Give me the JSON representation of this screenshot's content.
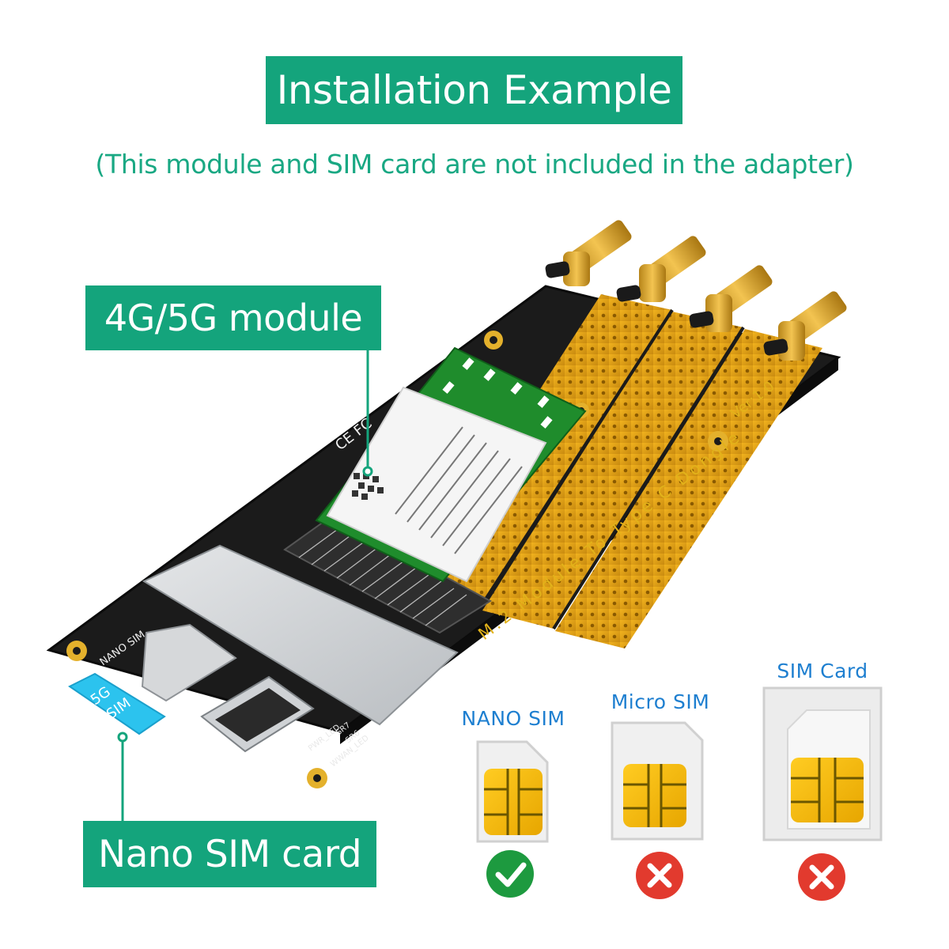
{
  "title": "Installation Example",
  "subtitle": "(This module and SIM card are not included in the adapter)",
  "callouts": {
    "module": "4G/5G module",
    "nano_card": "Nano SIM card"
  },
  "board": {
    "silkscreen": "M.2 Module To Type C Dongle",
    "version": "Ver:1.0",
    "slot_label": "NANO SIM",
    "card_label_top": "5G",
    "card_label_bottom": "SIM",
    "leds": [
      "PWR_LED",
      "SR7",
      "SR6",
      "WWAN_LED"
    ]
  },
  "sim_types": [
    {
      "name": "NANO SIM",
      "status": "compatible",
      "mark": "check-icon"
    },
    {
      "name": "Micro SIM",
      "status": "not-compatible",
      "mark": "cross-icon"
    },
    {
      "name": "SIM Card",
      "status": "not-compatible",
      "mark": "cross-icon"
    }
  ],
  "colors": {
    "brand_green": "#14a47c",
    "label_blue": "#1e7fd0",
    "check_green": "#1d9a3f",
    "cross_red": "#e23a2e",
    "sim_chip_gold": "#f2b600",
    "pcb_black": "#1b1b1b",
    "copper_gold": "#e6a418"
  }
}
